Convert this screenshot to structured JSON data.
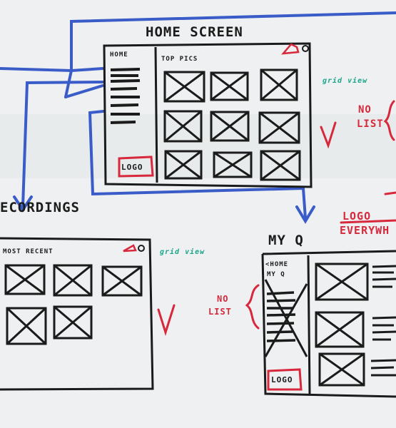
{
  "home_screen": {
    "title": "HOME SCREEN",
    "nav_label": "HOME",
    "section_label": "TOP PICS",
    "logo": "LOGO",
    "note_grid": "grid view",
    "note_no_list_1": "NO",
    "note_no_list_2": "LIST",
    "note_logo_1": "LOGO",
    "note_logo_2": "EVERYWH"
  },
  "recordings_screen": {
    "title": "ECORDINGS",
    "section_label": "MOST RECENT",
    "note_grid": "grid view",
    "note_no_list_1": "NO",
    "note_no_list_2": "LIST"
  },
  "my_q_screen": {
    "title": "MY Q",
    "nav_home": "<HOME",
    "nav_myq": "MY Q",
    "logo": "LOGO"
  },
  "colors": {
    "marker_black": "#1b1b1b",
    "marker_blue": "#3a5cc8",
    "marker_red": "#d8283c",
    "marker_green": "#1aa58a",
    "board": "#eef0f1"
  }
}
